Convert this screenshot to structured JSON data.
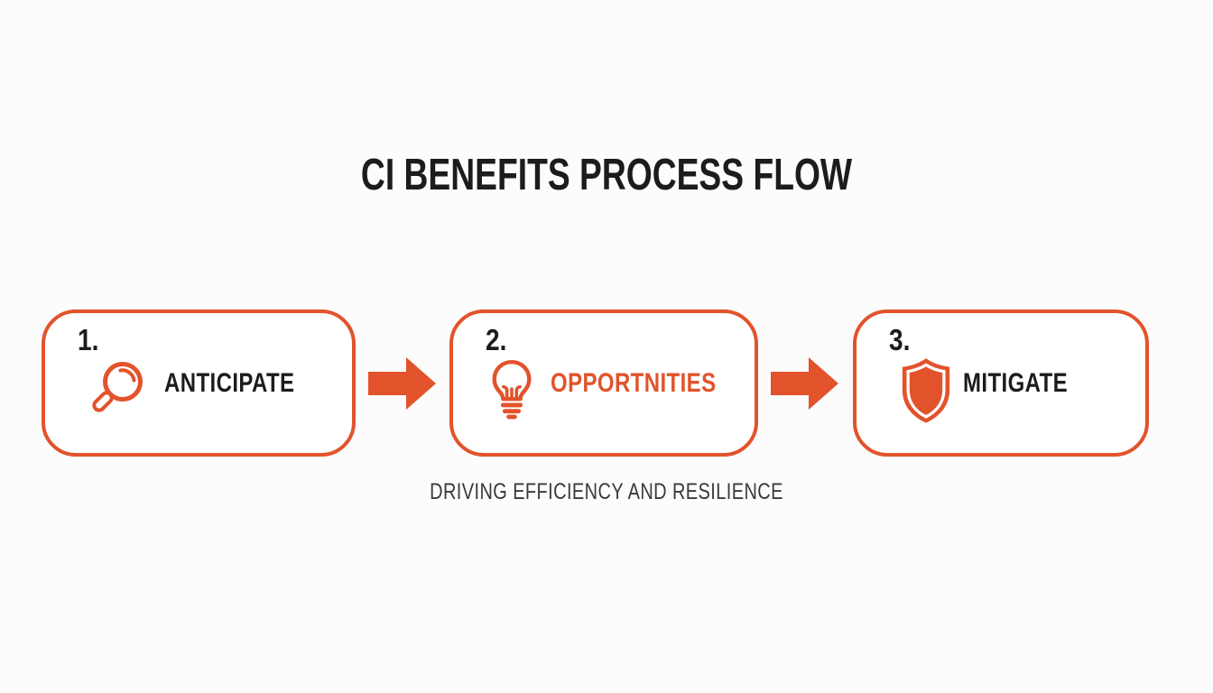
{
  "title": "CI BENEFITS PROCESS FLOW",
  "subtitle": "DRIVING EFFICIENCY AND RESILIENCE",
  "colors": {
    "accent": "#E2532C",
    "heading_text": "#1C1C1C",
    "subtitle_text": "#3A3A3A",
    "background": "#FCFCFC",
    "box_background": "#FFFFFF"
  },
  "steps": [
    {
      "number": "1.",
      "label": "ANTICIPATE",
      "icon": "magnifier-icon",
      "label_color": "#1C1C1C"
    },
    {
      "number": "2.",
      "label": "OPPORTNITIES",
      "icon": "lightbulb-icon",
      "label_color": "#E2532C"
    },
    {
      "number": "3.",
      "label": "MITIGATE",
      "icon": "shield-icon",
      "label_color": "#1C1C1C"
    }
  ]
}
